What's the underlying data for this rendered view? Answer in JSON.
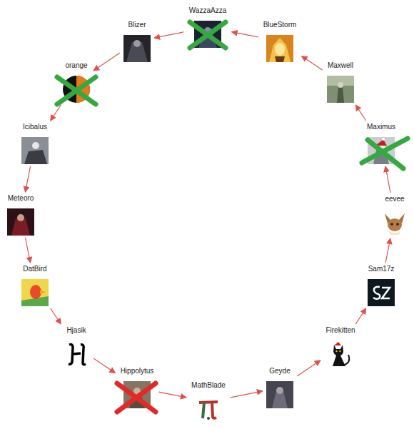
{
  "diagram": {
    "nodes": [
      {
        "text": [
          "WazzaAzza"
        ]
      },
      {
        "text": [
          "BlueStorm"
        ]
      },
      {
        "text": [
          "Maxwell"
        ]
      },
      {
        "text": [
          "Maximus"
        ]
      },
      {
        "text": [
          "eevee"
        ]
      },
      {
        "text": [
          "Sam17z"
        ]
      },
      {
        "text": [
          "Firekitten"
        ]
      },
      {
        "text": [
          "Geyde"
        ]
      },
      {
        "text": [
          "MathBlade"
        ]
      },
      {
        "text": [
          "Hippolytus"
        ]
      },
      {
        "text": [
          "Hjasik"
        ]
      },
      {
        "text": [
          "DatBird"
        ]
      },
      {
        "text": [
          "Meteoro"
        ]
      },
      {
        "text": [
          "Icibalus"
        ]
      },
      {
        "text": [
          "orange"
        ]
      },
      {
        "text": [
          "Blizer"
        ]
      }
    ],
    "edges": [
      {
        "from": 3,
        "to": 2,
        "arrow": "to"
      },
      {
        "from": 2,
        "to": 1,
        "arrow": "to"
      },
      {
        "from": 1,
        "to": 0,
        "arrow": "to"
      },
      {
        "from": 0,
        "to": 15,
        "arrow": "to"
      },
      {
        "from": 15,
        "to": 14,
        "arrow": "to"
      },
      {
        "from": 14,
        "to": 13,
        "arrow": "to"
      },
      {
        "from": 13,
        "to": 12,
        "arrow": "to"
      },
      {
        "from": 12,
        "to": 11,
        "arrow": "to"
      },
      {
        "from": 11,
        "to": 10,
        "arrow": "to"
      },
      {
        "from": 10,
        "to": 9,
        "arrow": "to"
      },
      {
        "from": 9,
        "to": 8,
        "arrow": "to"
      },
      {
        "from": 8,
        "to": 7,
        "arrow": "to"
      },
      {
        "from": 7,
        "to": 6,
        "arrow": "to"
      },
      {
        "from": 6,
        "to": 5,
        "arrow": "to"
      },
      {
        "from": 5,
        "to": 4,
        "arrow": "to"
      },
      {
        "from": 4,
        "to": 3,
        "arrow": "to"
      }
    ]
  }
}
